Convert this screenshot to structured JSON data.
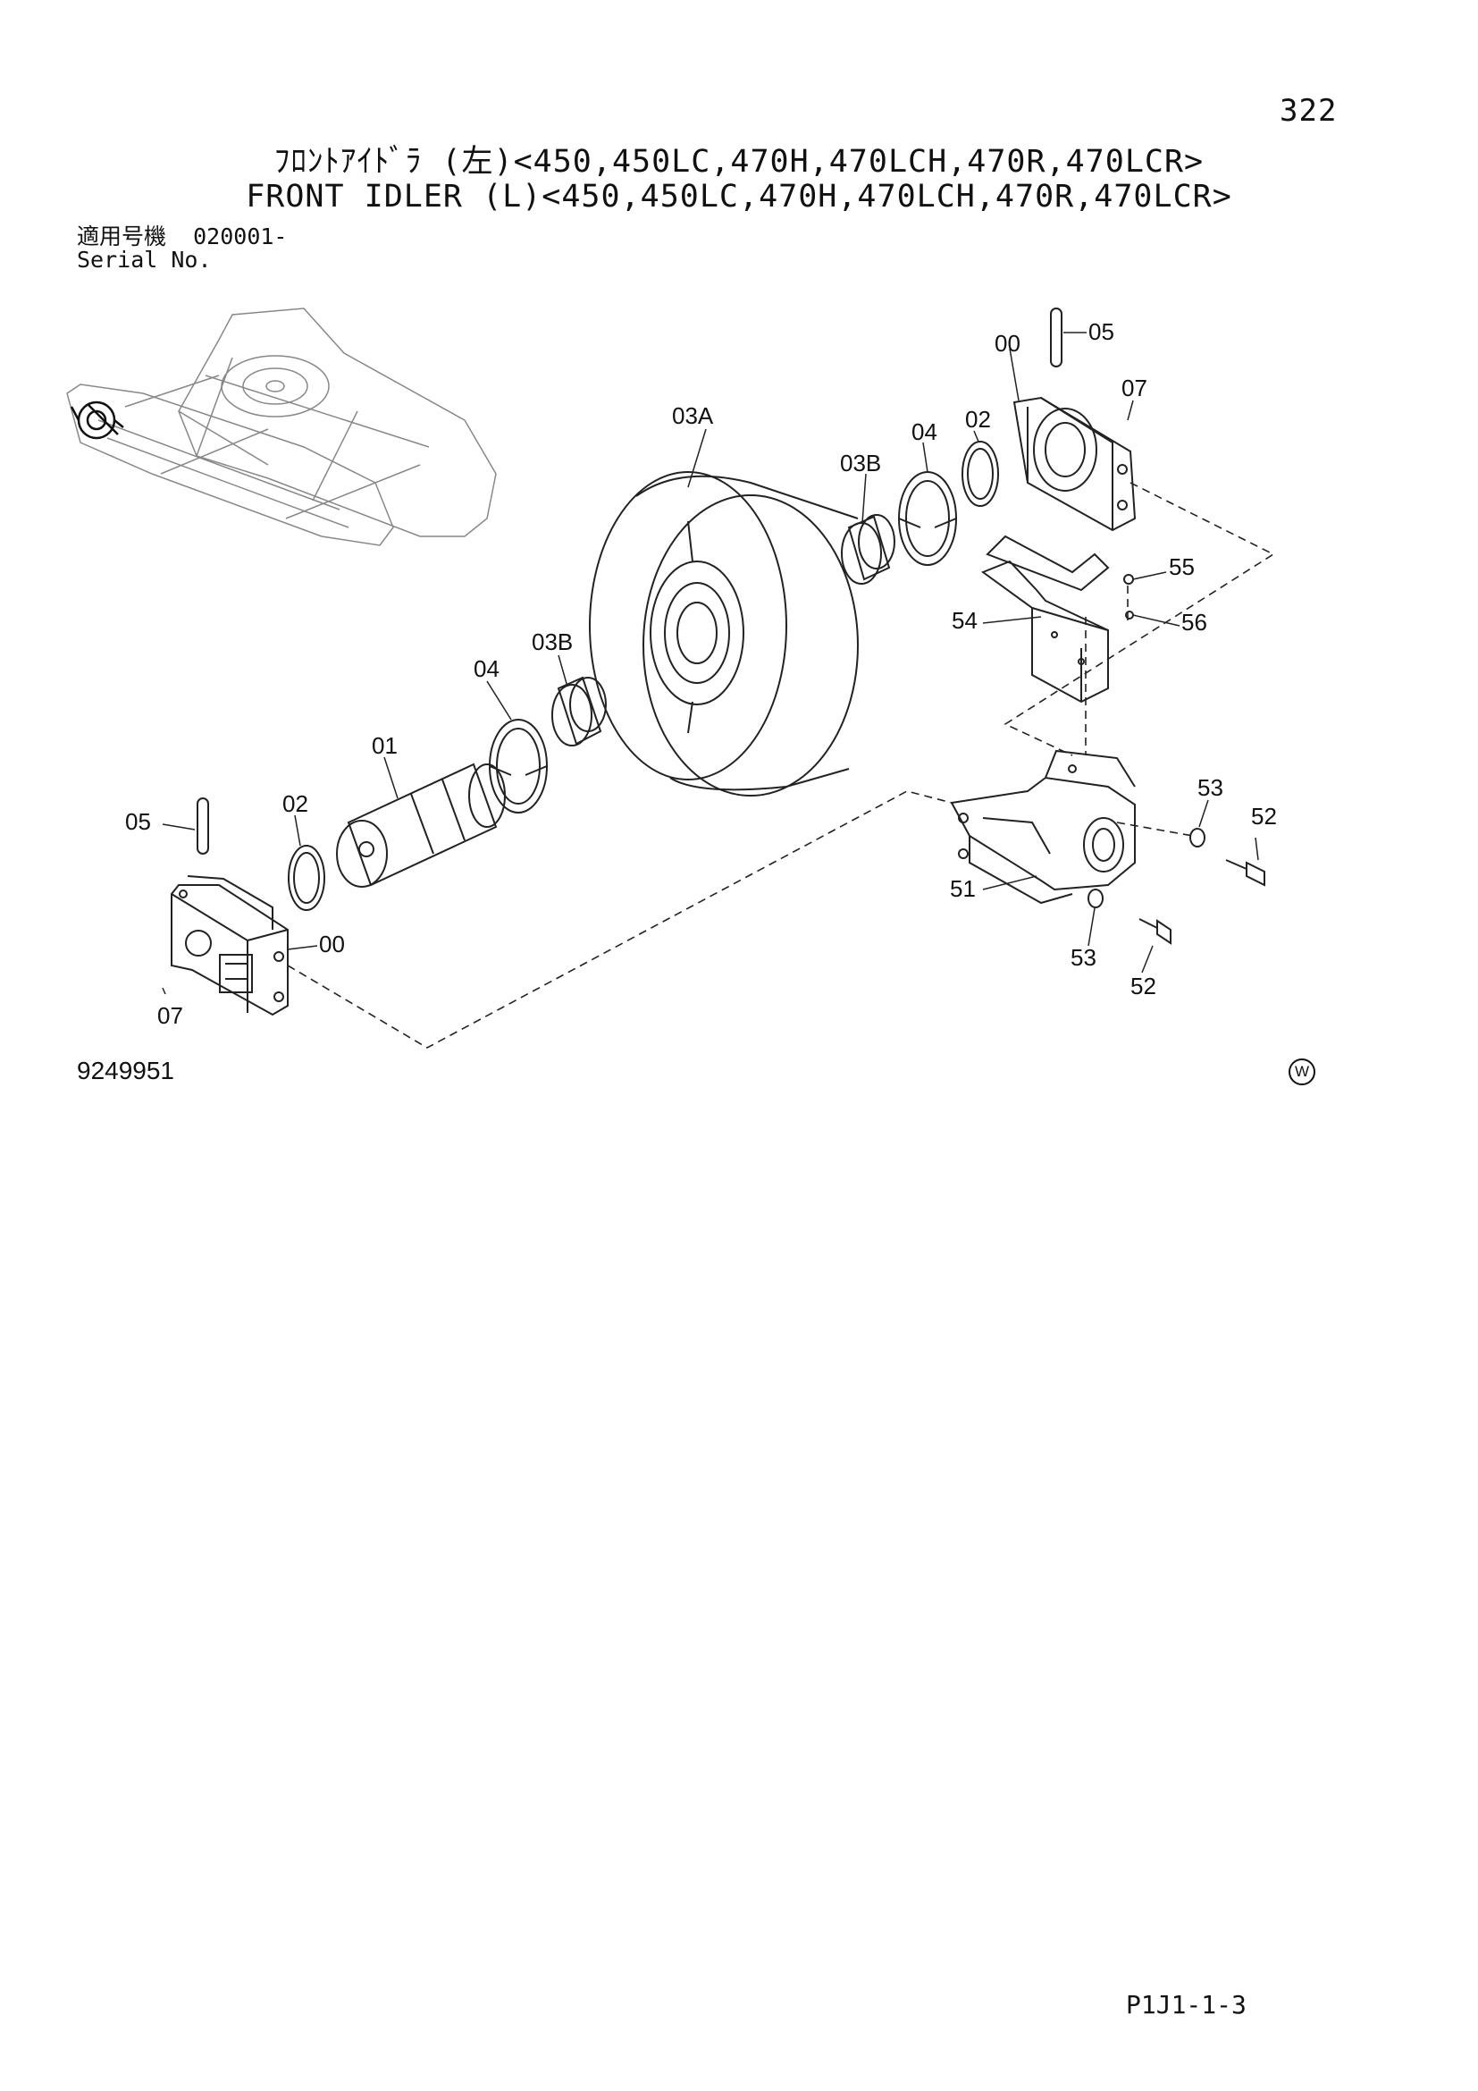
{
  "page_number": "322",
  "title_jp": "ﾌﾛﾝﾄｱｲﾄﾞﾗ (左)<450,450LC,470H,470LCH,470R,470LCR>",
  "title_en": "FRONT IDLER (L)<450,450LC,470H,470LCH,470R,470LCR>",
  "serial": {
    "label_jp": "適用号機",
    "value": "020001-",
    "label_en": "Serial No."
  },
  "callouts": {
    "c00_right": "00",
    "c05_right": "05",
    "c07_right": "07",
    "c03A": "03A",
    "c04_right": "04",
    "c02_right": "02",
    "c03B_right": "03B",
    "c55": "55",
    "c54": "54",
    "c56": "56",
    "c03B_left": "03B",
    "c04_left": "04",
    "c01": "01",
    "c05_left": "05",
    "c02_left": "02",
    "c00_left": "00",
    "c07_left": "07",
    "c53_upper": "53",
    "c52_upper": "52",
    "c51": "51",
    "c53_lower": "53",
    "c52_lower": "52"
  },
  "drawing_number": "9249951",
  "mark": "W",
  "page_code": "P1J1-1-3"
}
